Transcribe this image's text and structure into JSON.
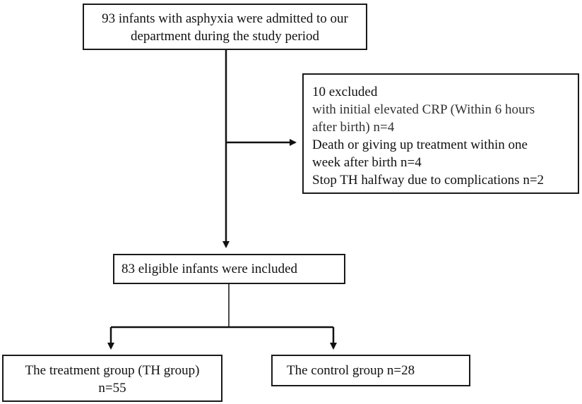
{
  "flowchart": {
    "start": {
      "line1": "93 infants with asphyxia were admitted to our",
      "line2": "department during the study period"
    },
    "excluded": {
      "heading": "10 excluded",
      "reason1_line1": "with initial elevated CRP (Within 6 hours",
      "reason1_line2": "after birth) n=4",
      "reason2_line1": "Death or giving up treatment within one",
      "reason2_line2": "week after birth n=4",
      "reason3": "Stop TH halfway due to complications n=2"
    },
    "included": {
      "text": "83 eligible infants were included"
    },
    "treatment_group": {
      "line1": "The treatment group (TH group)",
      "line2": "n=55"
    },
    "control_group": {
      "text": "The control group n=28"
    }
  }
}
